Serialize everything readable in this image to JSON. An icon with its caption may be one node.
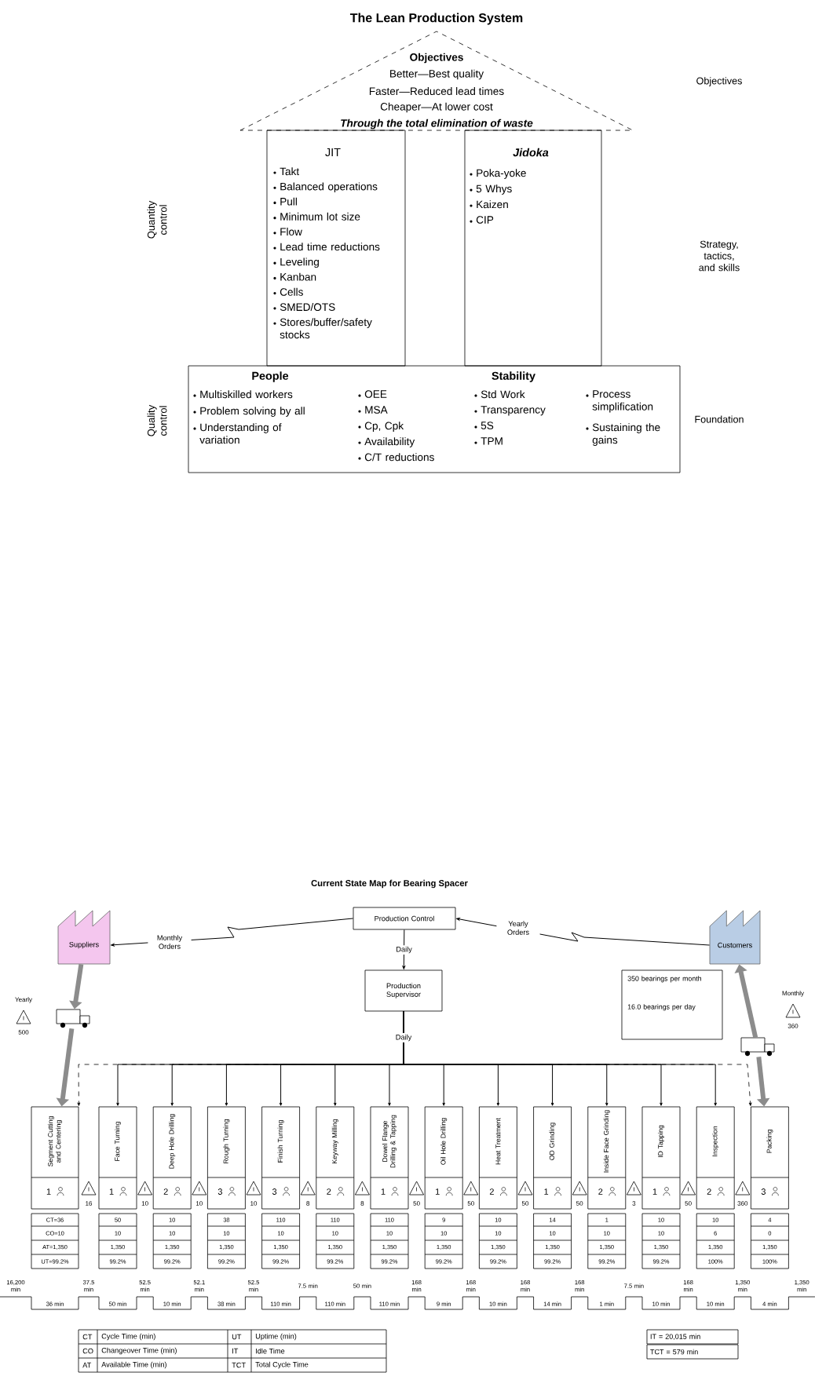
{
  "diagram": {
    "title": "The Lean Production System",
    "nodes": [
      {
        "text": [
          "Objectives",
          "Better—Best quality",
          "Faster—Reduced lead times",
          "Cheaper—At lower cost",
          "Through the total elimination of waste"
        ]
      },
      {
        "text": [
          "JIT",
          "Takt",
          "Balanced operations",
          "Pull",
          "Minimum lot size",
          "Flow",
          "Lead time reductions",
          "Leveling",
          "Kanban",
          "Cells",
          "SMED/OTS",
          "Stores/buffer/safety stocks"
        ]
      },
      {
        "text": [
          "Jidoka",
          "Poka-yoke",
          "5 Whys",
          "Kaizen",
          "CIP"
        ]
      },
      {
        "text": [
          "People",
          "Multiskilled workers",
          "Problem solving by all",
          "Understanding of variation",
          "OEE",
          "MSA",
          "Cp, Cpk",
          "Availability",
          "C/T reductions",
          "Stability",
          "Std Work",
          "Transparency",
          "5S",
          "TPM",
          "Process simplification",
          "Sustaining the gains"
        ]
      },
      {
        "text": [
          "Suppliers"
        ]
      },
      {
        "text": [
          "Production Control"
        ]
      },
      {
        "text": [
          "Customers"
        ]
      },
      {
        "text": [
          "Production Supervisor"
        ]
      },
      {
        "text": [
          "350 bearings per month",
          "16.0 bearings per day"
        ]
      },
      {
        "text": [],
        "shape": "truck"
      },
      {
        "text": [],
        "shape": "truck"
      },
      {
        "text": [
          "Segment Cutting and Centering",
          "1"
        ]
      },
      {
        "text": [
          "Face Turning",
          "1"
        ]
      },
      {
        "text": [
          "Deep Hole Drilling",
          "2"
        ]
      },
      {
        "text": [
          "Rough Turning",
          "3"
        ]
      },
      {
        "text": [
          "Finish Turning",
          "3"
        ]
      },
      {
        "text": [
          "Keyway Milling",
          "2"
        ]
      },
      {
        "text": [
          "Dowel Flange Drilling & Tapping",
          "1"
        ]
      },
      {
        "text": [
          "Oil Hole Drilling",
          "1"
        ]
      },
      {
        "text": [
          "Heat Treatment",
          "2"
        ]
      },
      {
        "text": [
          "OD Grinding",
          "1"
        ]
      },
      {
        "text": [
          "Inside Face Grinding",
          "2"
        ]
      },
      {
        "text": [
          "ID Tapping",
          "1"
        ]
      },
      {
        "text": [
          "Inspection",
          "2"
        ]
      },
      {
        "text": [
          "Packing",
          "3"
        ]
      },
      {
        "text": [
          "CT=36",
          "CO=10",
          "AT=1,350",
          "UT=99.2%"
        ]
      },
      {
        "text": [
          "50",
          "10",
          "1,350",
          "99.2%"
        ]
      },
      {
        "text": [
          "10",
          "10",
          "1,350",
          "99.2%"
        ]
      },
      {
        "text": [
          "38",
          "10",
          "1,350",
          "99.2%"
        ]
      },
      {
        "text": [
          "110",
          "10",
          "1,350",
          "99.2%"
        ]
      },
      {
        "text": [
          "110",
          "10",
          "1,350",
          "99.2%"
        ]
      },
      {
        "text": [
          "110",
          "10",
          "1,350",
          "99.2%"
        ]
      },
      {
        "text": [
          "9",
          "10",
          "1,350",
          "99.2%"
        ]
      },
      {
        "text": [
          "10",
          "10",
          "1,350",
          "99.2%"
        ]
      },
      {
        "text": [
          "14",
          "10",
          "1,350",
          "99.2%"
        ]
      },
      {
        "text": [
          "1",
          "10",
          "1,350",
          "99.2%"
        ]
      },
      {
        "text": [
          "10",
          "10",
          "1,350",
          "99.2%"
        ]
      },
      {
        "text": [
          "10",
          "6",
          "1,350",
          "100%"
        ]
      },
      {
        "text": [
          "4",
          "0",
          "1,350",
          "100%"
        ]
      },
      {
        "text": [
          "I"
        ],
        "beside": [
          "Yearly",
          "500"
        ]
      },
      {
        "text": [
          "I"
        ],
        "beside": [
          "16"
        ]
      },
      {
        "text": [
          "I"
        ],
        "beside": [
          "10"
        ]
      },
      {
        "text": [
          "I"
        ],
        "beside": [
          "10"
        ]
      },
      {
        "text": [
          "I"
        ],
        "beside": [
          "10"
        ]
      },
      {
        "text": [
          "I"
        ],
        "beside": [
          "8"
        ]
      },
      {
        "text": [
          "I"
        ],
        "beside": [
          "8"
        ]
      },
      {
        "text": [
          "I"
        ],
        "beside": [
          "50"
        ]
      },
      {
        "text": [
          "I"
        ],
        "beside": [
          "50"
        ]
      },
      {
        "text": [
          "I"
        ],
        "beside": [
          "50"
        ]
      },
      {
        "text": [
          "I"
        ],
        "beside": [
          "50"
        ]
      },
      {
        "text": [
          "I"
        ],
        "beside": [
          "3"
        ]
      },
      {
        "text": [
          "I"
        ],
        "beside": [
          "50"
        ]
      },
      {
        "text": [
          "I"
        ],
        "beside": [
          "360"
        ]
      },
      {
        "text": [
          "I"
        ],
        "beside": [
          "Monthly",
          "360"
        ]
      },
      {
        "text": [
          "IT = 20,015 min"
        ]
      },
      {
        "text": [
          "TCT = 579 min"
        ]
      }
    ],
    "edges": [
      {
        "from": 6,
        "to": 5,
        "arrow": "to",
        "label": "Yearly Orders"
      },
      {
        "from": 5,
        "to": 4,
        "arrow": "to",
        "label": "Monthly Orders"
      },
      {
        "from": 5,
        "to": 7,
        "arrow": "to",
        "label": "Daily"
      },
      {
        "from": 7,
        "to": 11,
        "arrow": "to",
        "label": "Daily",
        "style": "dashed"
      },
      {
        "from": 7,
        "to": 12,
        "arrow": "to"
      },
      {
        "from": 7,
        "to": 13,
        "arrow": "to"
      },
      {
        "from": 7,
        "to": 14,
        "arrow": "to"
      },
      {
        "from": 7,
        "to": 15,
        "arrow": "to"
      },
      {
        "from": 7,
        "to": 16,
        "arrow": "to"
      },
      {
        "from": 7,
        "to": 17,
        "arrow": "to"
      },
      {
        "from": 7,
        "to": 18,
        "arrow": "to"
      },
      {
        "from": 7,
        "to": 19,
        "arrow": "to"
      },
      {
        "from": 7,
        "to": 20,
        "arrow": "to"
      },
      {
        "from": 7,
        "to": 21,
        "arrow": "to"
      },
      {
        "from": 7,
        "to": 22,
        "arrow": "to"
      },
      {
        "from": 7,
        "to": 23,
        "arrow": "to"
      },
      {
        "from": 7,
        "to": 24,
        "arrow": "to",
        "style": "dashed"
      },
      {
        "from": 4,
        "to": 9,
        "arrow": "to",
        "style": "thick",
        "color": "#8c8c8c"
      },
      {
        "from": 9,
        "to": 11,
        "arrow": "to",
        "style": "thick",
        "color": "#8c8c8c"
      },
      {
        "from": 10,
        "to": 6,
        "arrow": "to",
        "style": "thick",
        "color": "#8c8c8c"
      },
      {
        "from": 10,
        "to": 24,
        "arrow": "to",
        "style": "thick",
        "color": "#8c8c8c"
      }
    ],
    "labels": [
      "Objectives",
      "Quantity control",
      "Strategy, tactics, and skills",
      "Quality control",
      "Foundation",
      "Current State Map for Bearing Spacer",
      "16,200 min",
      "36 min",
      "37.5 min",
      "50 min",
      "52.5 min",
      "10 min",
      "52.1 min",
      "38 min",
      "52.5 min",
      "110 min",
      "7.5 min",
      "110 min",
      "50 min",
      "110 min",
      "168 min",
      "9 min",
      "168 min",
      "10 min",
      "168 min",
      "14 min",
      "168 min",
      "1 min",
      "7.5 min",
      "10 min",
      "168 min",
      "10 min",
      "1,350 min",
      "4 min",
      "1,350 min",
      "CT",
      "Cycle Time (min)",
      "UT",
      "Uptime (min)",
      "CO",
      "Changeover Time (min)",
      "IT",
      "Idle Time",
      "AT",
      "Available Time (min)",
      "TCT",
      "Total Cycle Time"
    ]
  }
}
